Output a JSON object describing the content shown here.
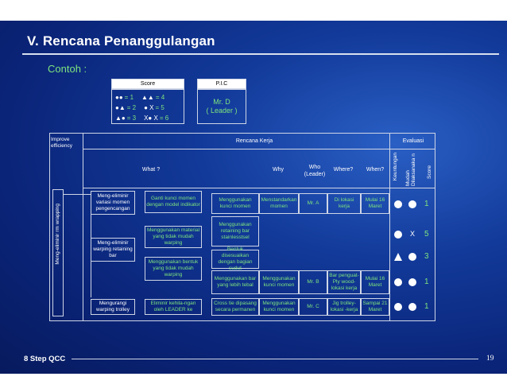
{
  "slide": {
    "title": "V. Rencana  Penanggulangan",
    "example": "Contoh :",
    "footer": "8 Step QCC",
    "page": "19"
  },
  "legend": {
    "score_header": "Score",
    "pic_header": "P.I.C",
    "pic_lines": [
      "Mr. D",
      "( Leader )"
    ],
    "rows": [
      {
        "left": "●●",
        "eq1": "= 1",
        "right": "▲▲",
        "eq2": "= 4"
      },
      {
        "left": "●▲",
        "eq1": "= 2",
        "right": "● X",
        "eq2": "= 5"
      },
      {
        "left": "▲●",
        "eq1": "= 3",
        "right": "X● X",
        "eq2": "= 6"
      }
    ]
  },
  "table": {
    "improve": "Improve efficiency",
    "rencana": "Rencana Kerja",
    "evaluasi": "Evaluasi",
    "what": "What ?",
    "why": "Why",
    "who": "Who (Leader)",
    "where": "Where?",
    "when": "When?",
    "eval_cols": [
      "Keuntungan",
      "Mudah Dilaksanaka n",
      "Score"
    ],
    "side_label": "Meng-eliminir rm wrapping",
    "groups": [
      {
        "label": "Meng-eliminir variasi momen pengencangan"
      },
      {
        "label": "Meng-eliminir warping retaining bar"
      },
      {
        "label": "Mengurangi warping trolley"
      }
    ],
    "causes": [
      "Ganti kunci momen dengan model indikator",
      "Menggunakan material yang tidak mudah warping",
      "Menggunakan bentuk yang tidak mudah warping",
      "Eliminir kehila-ngan oleh LEADER ke"
    ],
    "actions": [
      "Menggunakan kunci momen",
      "Menggunakan retaining bar stainlesstsel",
      "Bentuk disesuaikan dengan bagian sudut",
      "Menggunakan bar yang lebih tebal",
      "Cross tie dipasang secara permanen"
    ],
    "why_vals": [
      "Menstandarkan momen",
      "Menggunakan kunci momen",
      "Menggunakan kunci momen"
    ],
    "who_vals": [
      "Mr. A",
      "Mr. B",
      "Mr. C"
    ],
    "where_vals": [
      "Di lokasi kerja",
      "Bar penguat-Ply wood-lokasi kerja",
      "Jig trolley-lokasi -kerja"
    ],
    "when_vals": [
      "Mulai 16 Maret",
      "Mulai 16 Maret",
      "Sampai 21 Maret"
    ],
    "scores": [
      "1",
      "5",
      "3",
      "1",
      "1"
    ],
    "score_x": "X"
  }
}
